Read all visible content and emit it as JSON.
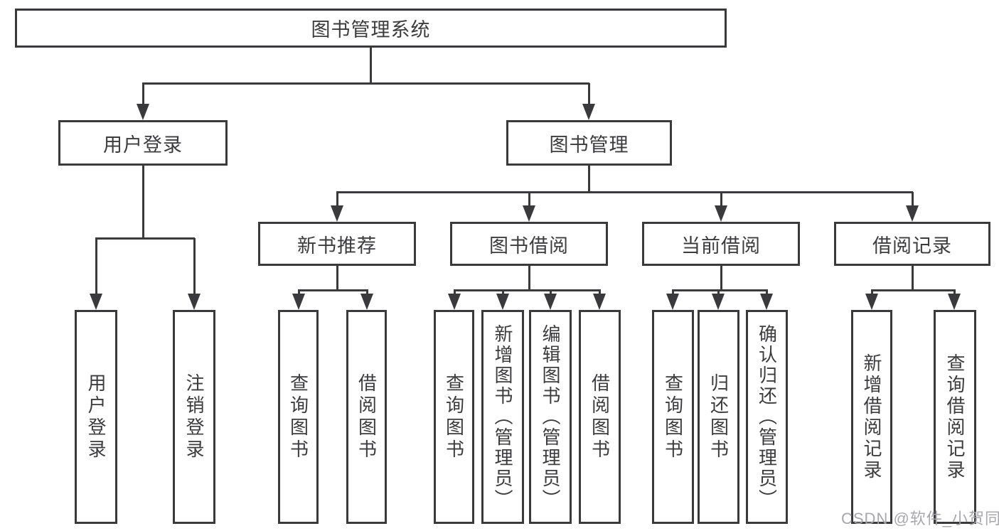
{
  "diagram": {
    "type": "hierarchy-tree",
    "orientation": "top-down",
    "colors": {
      "line": "#3a3a3c",
      "text": "#3c3c3e",
      "background": "#ffffff",
      "watermark": "#a2a2a8"
    }
  },
  "tree": {
    "root": {
      "label": "图书管理系统",
      "children": [
        {
          "label": "用户登录",
          "children": [
            {
              "label": "用户登录"
            },
            {
              "label": "注销登录"
            }
          ]
        },
        {
          "label": "图书管理",
          "children": [
            {
              "label": "新书推荐",
              "children": [
                {
                  "label": "查询图书"
                },
                {
                  "label": "借阅图书"
                }
              ]
            },
            {
              "label": "图书借阅",
              "children": [
                {
                  "label": "查询图书"
                },
                {
                  "label": "新增图书（管理员）"
                },
                {
                  "label": "编辑图书（管理员）"
                },
                {
                  "label": "借阅图书"
                }
              ]
            },
            {
              "label": "当前借阅",
              "children": [
                {
                  "label": "查询图书"
                },
                {
                  "label": "归还图书"
                },
                {
                  "label": "确认归还（管理员）"
                }
              ]
            },
            {
              "label": "借阅记录",
              "children": [
                {
                  "label": "新增借阅记录"
                },
                {
                  "label": "查询借阅记录"
                }
              ]
            }
          ]
        }
      ]
    }
  },
  "watermark": {
    "text": "CSDN @软件_小贺同学"
  }
}
